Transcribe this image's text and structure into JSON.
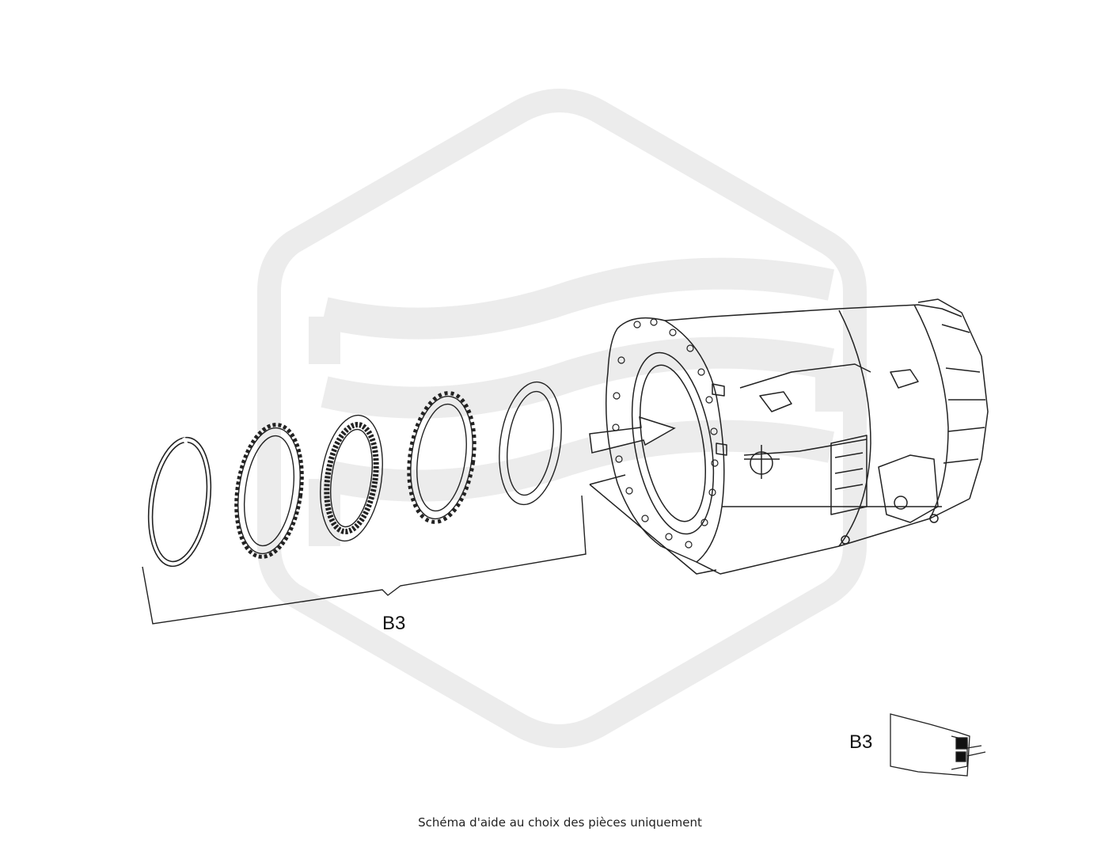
{
  "diagram": {
    "callout_label": "B3",
    "locator_label": "B3",
    "caption": "Schéma d'aide au choix des pièces uniquement",
    "parts": [
      {
        "name": "snap-ring"
      },
      {
        "name": "outer-toothed-plate"
      },
      {
        "name": "inner-toothed-friction-disc"
      },
      {
        "name": "outer-toothed-plate"
      },
      {
        "name": "pressure-plate"
      }
    ],
    "colors": {
      "line": "#222222",
      "watermark": "#eeeeee",
      "background": "#ffffff"
    }
  }
}
